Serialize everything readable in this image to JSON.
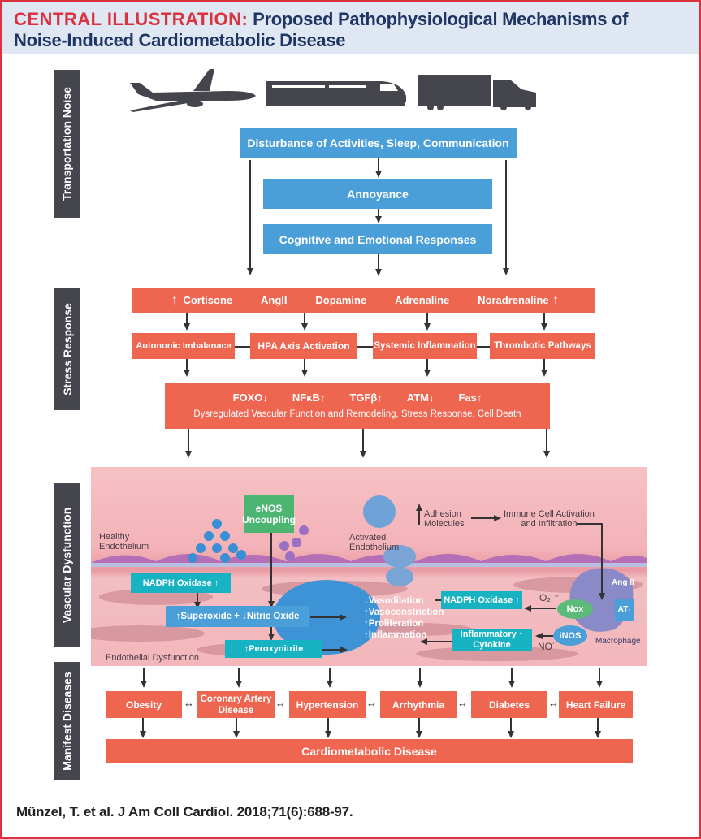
{
  "header": {
    "prefix": "CENTRAL ILLUSTRATION:",
    "title_line1": "Proposed Pathophysiological Mechanisms of",
    "title_line2": "Noise-Induced Cardiometabolic Disease"
  },
  "sections": {
    "transportation": "Transportation Noise",
    "stress": "Stress Response",
    "vascular": "Vascular Dysfunction",
    "manifest": "Manifest Diseases"
  },
  "vehicles": [
    "airplane-icon",
    "train-icon",
    "truck-icon"
  ],
  "noise_flow": {
    "disturbance": "Disturbance of Activities, Sleep, Communication",
    "annoyance": "Annoyance",
    "cognitive": "Cognitive and Emotional Responses"
  },
  "hormones": {
    "up_arrow": "↑",
    "items": [
      "Cortisone",
      "AngII",
      "Dopamine",
      "Adrenaline",
      "Noradrenaline"
    ]
  },
  "pathways": [
    "Autononic Imbalanace",
    "HPA Axis Activation",
    "Systemic Inflammation",
    "Thrombotic Pathways"
  ],
  "genes": {
    "items": [
      {
        "name": "FOXO",
        "dir": "↓"
      },
      {
        "name": "NFκB",
        "dir": "↑"
      },
      {
        "name": "TGFβ",
        "dir": "↑"
      },
      {
        "name": "ATM",
        "dir": "↓"
      },
      {
        "name": "Fas",
        "dir": "↑"
      }
    ],
    "caption": "Dysregulated Vascular Function and Remodeling, Stress Response, Cell Death"
  },
  "vascular": {
    "healthy_line1": "Healthy",
    "healthy_line2": "Endothelium",
    "enos_line1": "eNOS",
    "enos_line2": "Uncoupling",
    "activated_line1": "Activated",
    "activated_line2": "Endothelium",
    "adhesion_line1": "Adhesion",
    "adhesion_line2": "Molecules",
    "immune_line1": "Immune Cell Activation",
    "immune_line2": "and Infiltration",
    "nadph_left": "NADPH Oxidase ↑",
    "superoxide": "↑Superoxide  +  ↓Nitric Oxide",
    "peroxynitrite": "↑Peroxynitrite",
    "endo_dysfunction": "Endothelial Dysfunction",
    "effects": [
      "↓Vasodilation",
      "↑Vasoconstriction",
      "↑Proliferation",
      "↑Inflammation"
    ],
    "nadph_right": "NADPH Oxidase ↑",
    "cytokine_line1": "Inflammatory ↑",
    "cytokine_line2": "Cytokine",
    "o2": "O₂˙⁻",
    "no": "NO˙",
    "nox": "Nox",
    "inos": "iNOS",
    "ang2": "Ang II",
    "at1": "AT₁",
    "macrophage": "Macrophage"
  },
  "diseases": [
    "Obesity",
    "Coronary Artery Disease",
    "Hypertension",
    "Arrhythmia",
    "Diabetes",
    "Heart Failure"
  ],
  "disease_connector": "↔",
  "final": "Cardiometabolic Disease",
  "citation": "Münzel, T. et al. J Am Coll Cardiol. 2018;71(6):688-97."
}
